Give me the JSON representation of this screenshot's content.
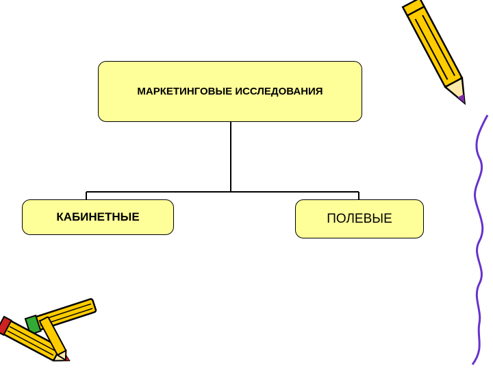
{
  "diagram": {
    "root": {
      "label": "МАРКЕТИНГОВЫЕ ИССЛЕДОВАНИЯ"
    },
    "children": [
      {
        "label": "КАБИНЕТНЫЕ"
      },
      {
        "label": "ПОЛЕВЫЕ"
      }
    ]
  },
  "colors": {
    "box_fill": "#ffff99",
    "lines": "#000000",
    "pencil_body": "#ffcc00",
    "margin_line": "#6633cc"
  },
  "decorations": {
    "icons": [
      "pencil-icon",
      "pencils-icon",
      "squiggle-line"
    ]
  }
}
